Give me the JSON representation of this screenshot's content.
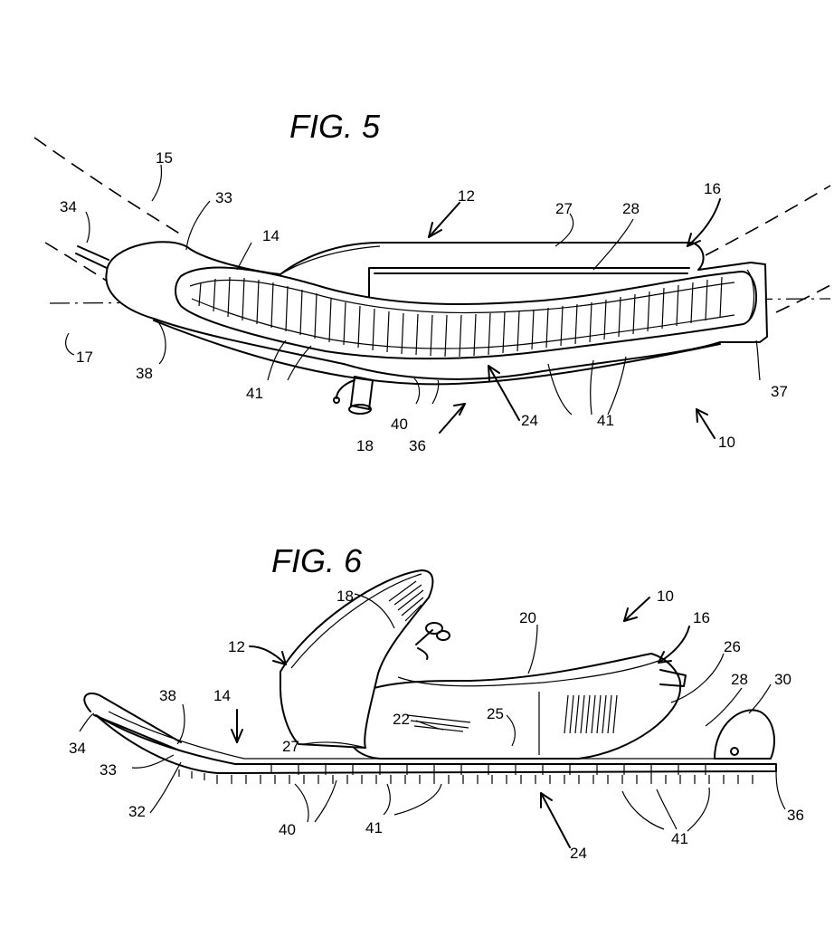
{
  "figures": [
    {
      "title": "FIG. 5",
      "labels": [
        "34",
        "15",
        "33",
        "14",
        "12",
        "27",
        "28",
        "16",
        "17",
        "38",
        "41",
        "40",
        "18",
        "36",
        "24",
        "41",
        "37",
        "10"
      ]
    },
    {
      "title": "FIG. 6",
      "labels": [
        "18",
        "20",
        "10",
        "16",
        "12",
        "26",
        "28",
        "30",
        "38",
        "14",
        "22",
        "25",
        "34",
        "27",
        "33",
        "32",
        "40",
        "41",
        "24",
        "41",
        "36"
      ]
    }
  ]
}
